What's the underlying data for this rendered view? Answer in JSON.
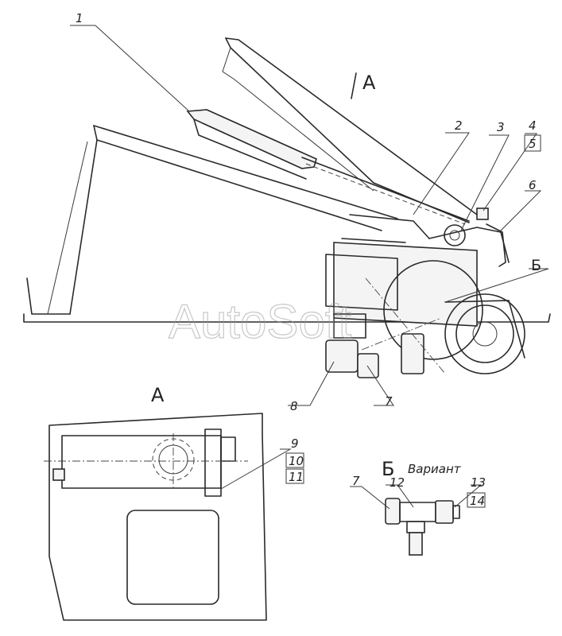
{
  "watermark": "AutoSoft",
  "views": {
    "main_label": "A",
    "view_a_title": "A",
    "view_b_title": "Б",
    "view_b_caption": "Вариант"
  },
  "callouts": {
    "c1": "1",
    "c2": "2",
    "c3": "3",
    "c4": "4",
    "c5": "5",
    "c6": "6",
    "c_b": "Б",
    "c7": "7",
    "c8": "8",
    "c9": "9",
    "c10": "10",
    "c11": "11",
    "c7b": "7",
    "c12": "12",
    "c13": "13",
    "c14": "14"
  }
}
